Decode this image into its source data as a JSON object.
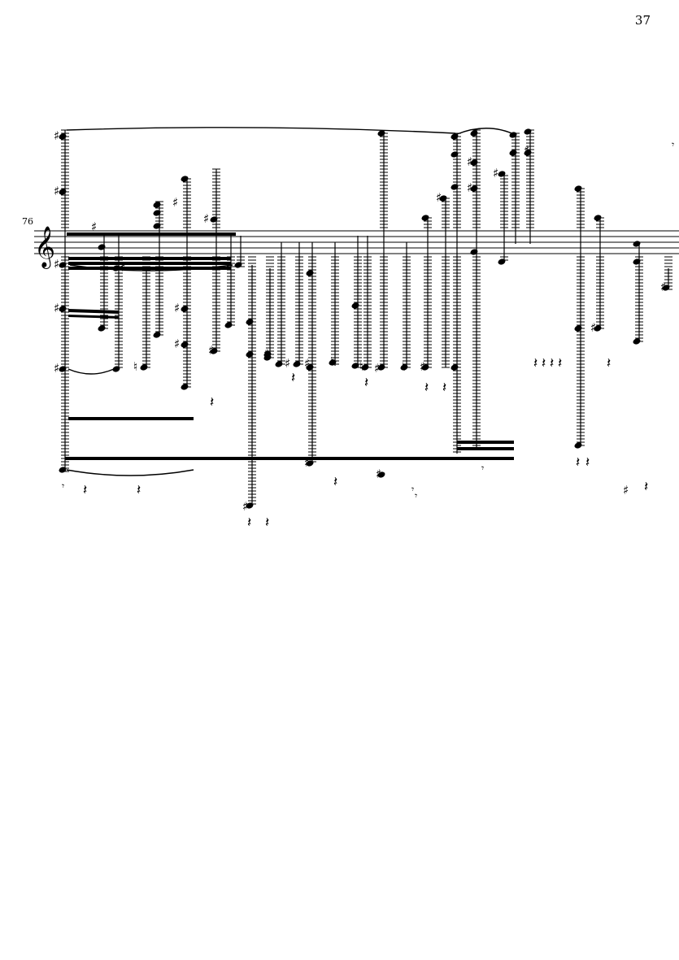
{
  "page": {
    "number": "37"
  },
  "system": {
    "measure_number": "76",
    "clef": "treble-clef"
  }
}
